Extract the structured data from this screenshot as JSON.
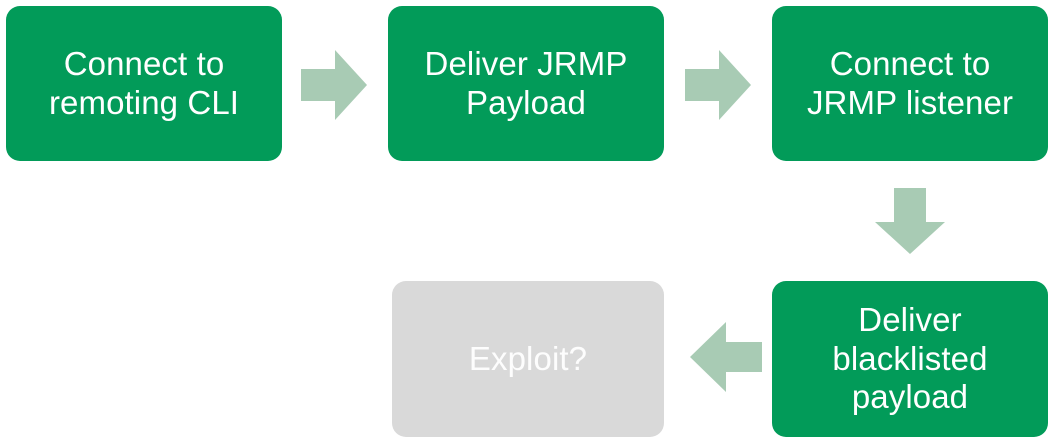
{
  "diagram": {
    "type": "flowchart",
    "title": "",
    "background_color": "#FFFFFF",
    "palette": {
      "process_fill": "#029B59",
      "process_text": "#FFFFFF",
      "terminal_fill": "#D9D9D9",
      "terminal_text": "#FDFDFD",
      "arrow_fill": "#A8CBB4"
    },
    "nodes": [
      {
        "id": "connect-cli",
        "label": "Connect to\nremoting CLI",
        "shape": "rounded-rectangle",
        "style": "process",
        "row": 1,
        "column": 1
      },
      {
        "id": "deliver-jrmp",
        "label": "Deliver JRMP\nPayload",
        "shape": "rounded-rectangle",
        "style": "process",
        "row": 1,
        "column": 2
      },
      {
        "id": "connect-listener",
        "label": "Connect to\nJRMP listener",
        "shape": "rounded-rectangle",
        "style": "process",
        "row": 1,
        "column": 3
      },
      {
        "id": "exploit",
        "label": "Exploit?",
        "shape": "rounded-rectangle",
        "style": "terminal",
        "row": 2,
        "column": 2
      },
      {
        "id": "deliver-blacklisted",
        "label": "Deliver\nblacklisted\npayload",
        "shape": "rounded-rectangle",
        "style": "process",
        "row": 2,
        "column": 3
      }
    ],
    "edges": [
      {
        "id": "cli-to-jrmp",
        "from": "connect-cli",
        "to": "deliver-jrmp",
        "direction": "right",
        "label": "",
        "marker": "block-arrow"
      },
      {
        "id": "jrmp-to-listener",
        "from": "deliver-jrmp",
        "to": "connect-listener",
        "direction": "right",
        "label": "",
        "marker": "block-arrow"
      },
      {
        "id": "listener-to-blacklisted",
        "from": "connect-listener",
        "to": "deliver-blacklisted",
        "direction": "down",
        "label": "",
        "marker": "block-arrow"
      },
      {
        "id": "blacklisted-to-exploit",
        "from": "deliver-blacklisted",
        "to": "exploit",
        "direction": "left",
        "label": "",
        "marker": "block-arrow"
      }
    ]
  }
}
